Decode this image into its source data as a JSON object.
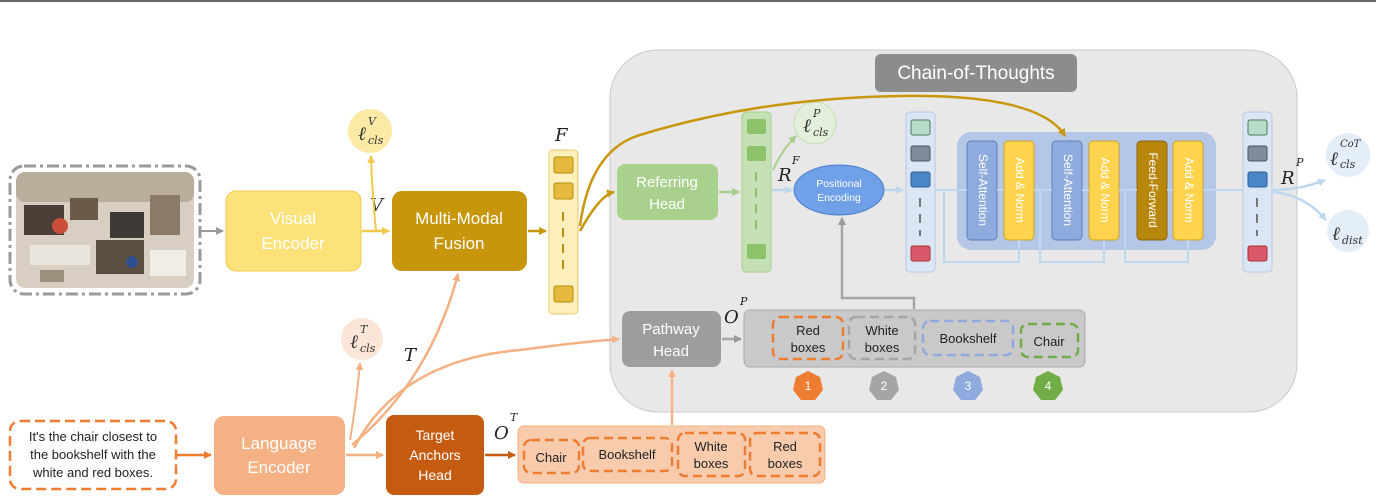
{
  "cot": {
    "title": "Chain-of-Thoughts"
  },
  "modules": {
    "visual_encoder": [
      "Visual",
      "Encoder"
    ],
    "fusion": [
      "Multi-Modal",
      "Fusion"
    ],
    "referring_head": [
      "Referring",
      "Head"
    ],
    "pathway_head": [
      "Pathway",
      "Head"
    ],
    "language_encoder": [
      "Language",
      "Encoder"
    ],
    "target_anchors_head": [
      "Target",
      "Anchors",
      "Head"
    ],
    "positional_encoding": [
      "Positional",
      "Encoding"
    ]
  },
  "transformer": {
    "self_attention_1": "Self-Attention",
    "add_norm_1": "Add & Norm",
    "self_attention_2": "Self-Attention",
    "add_norm_2": "Add & Norm",
    "feed_forward": "Feed-Forward",
    "add_norm_3": "Add & Norm"
  },
  "input_text": [
    "It's the chair closest to",
    "the bookshelf with the",
    "white and red boxes."
  ],
  "symbols": {
    "V": "V",
    "F": "F",
    "T": "T",
    "RF": "R",
    "RF_sup": "F",
    "RP": "R",
    "RP_sup": "P",
    "OP": "O",
    "OP_sup": "P",
    "OT": "O",
    "OT_sup": "T",
    "loss_v": "ℓ",
    "loss_v_sup": "V",
    "loss_v_sub": "cls",
    "loss_p": "ℓ",
    "loss_p_sup": "P",
    "loss_p_sub": "cls",
    "loss_t": "ℓ",
    "loss_t_sup": "T",
    "loss_t_sub": "cls",
    "loss_cot": "ℓ",
    "loss_cot_sup": "CoT",
    "loss_cot_sub": "cls",
    "loss_dist": "ℓ",
    "loss_dist_sub": "dist"
  },
  "pathway_objects": [
    {
      "lines": [
        "Red",
        "boxes"
      ],
      "number": "1"
    },
    {
      "lines": [
        "White",
        "boxes"
      ],
      "number": "2"
    },
    {
      "lines": [
        "Bookshelf"
      ],
      "number": "3"
    },
    {
      "lines": [
        "Chair"
      ],
      "number": "4"
    }
  ],
  "target_anchors": [
    {
      "lines": [
        "Chair"
      ]
    },
    {
      "lines": [
        "Bookshelf"
      ]
    },
    {
      "lines": [
        "White",
        "boxes"
      ]
    },
    {
      "lines": [
        "Red",
        "boxes"
      ]
    }
  ],
  "colors": {
    "cot_bg": "#e8e8e8",
    "visual_encoder": "#fde27a",
    "fusion": "#c8960a",
    "referring_head": "#a9d18e",
    "pathway_head": "#9e9e9e",
    "language_encoder": "#f4b183",
    "target_anchors_head": "#c55a11",
    "transformer_bg": "#b4c7e7",
    "attention": "#8faadc",
    "add_norm": "#ffd34d",
    "feed_forward": "#b8860b",
    "order_1": "#ed7d31",
    "order_2": "#a5a5a5",
    "order_3": "#8faadc",
    "order_4": "#70ad47"
  }
}
